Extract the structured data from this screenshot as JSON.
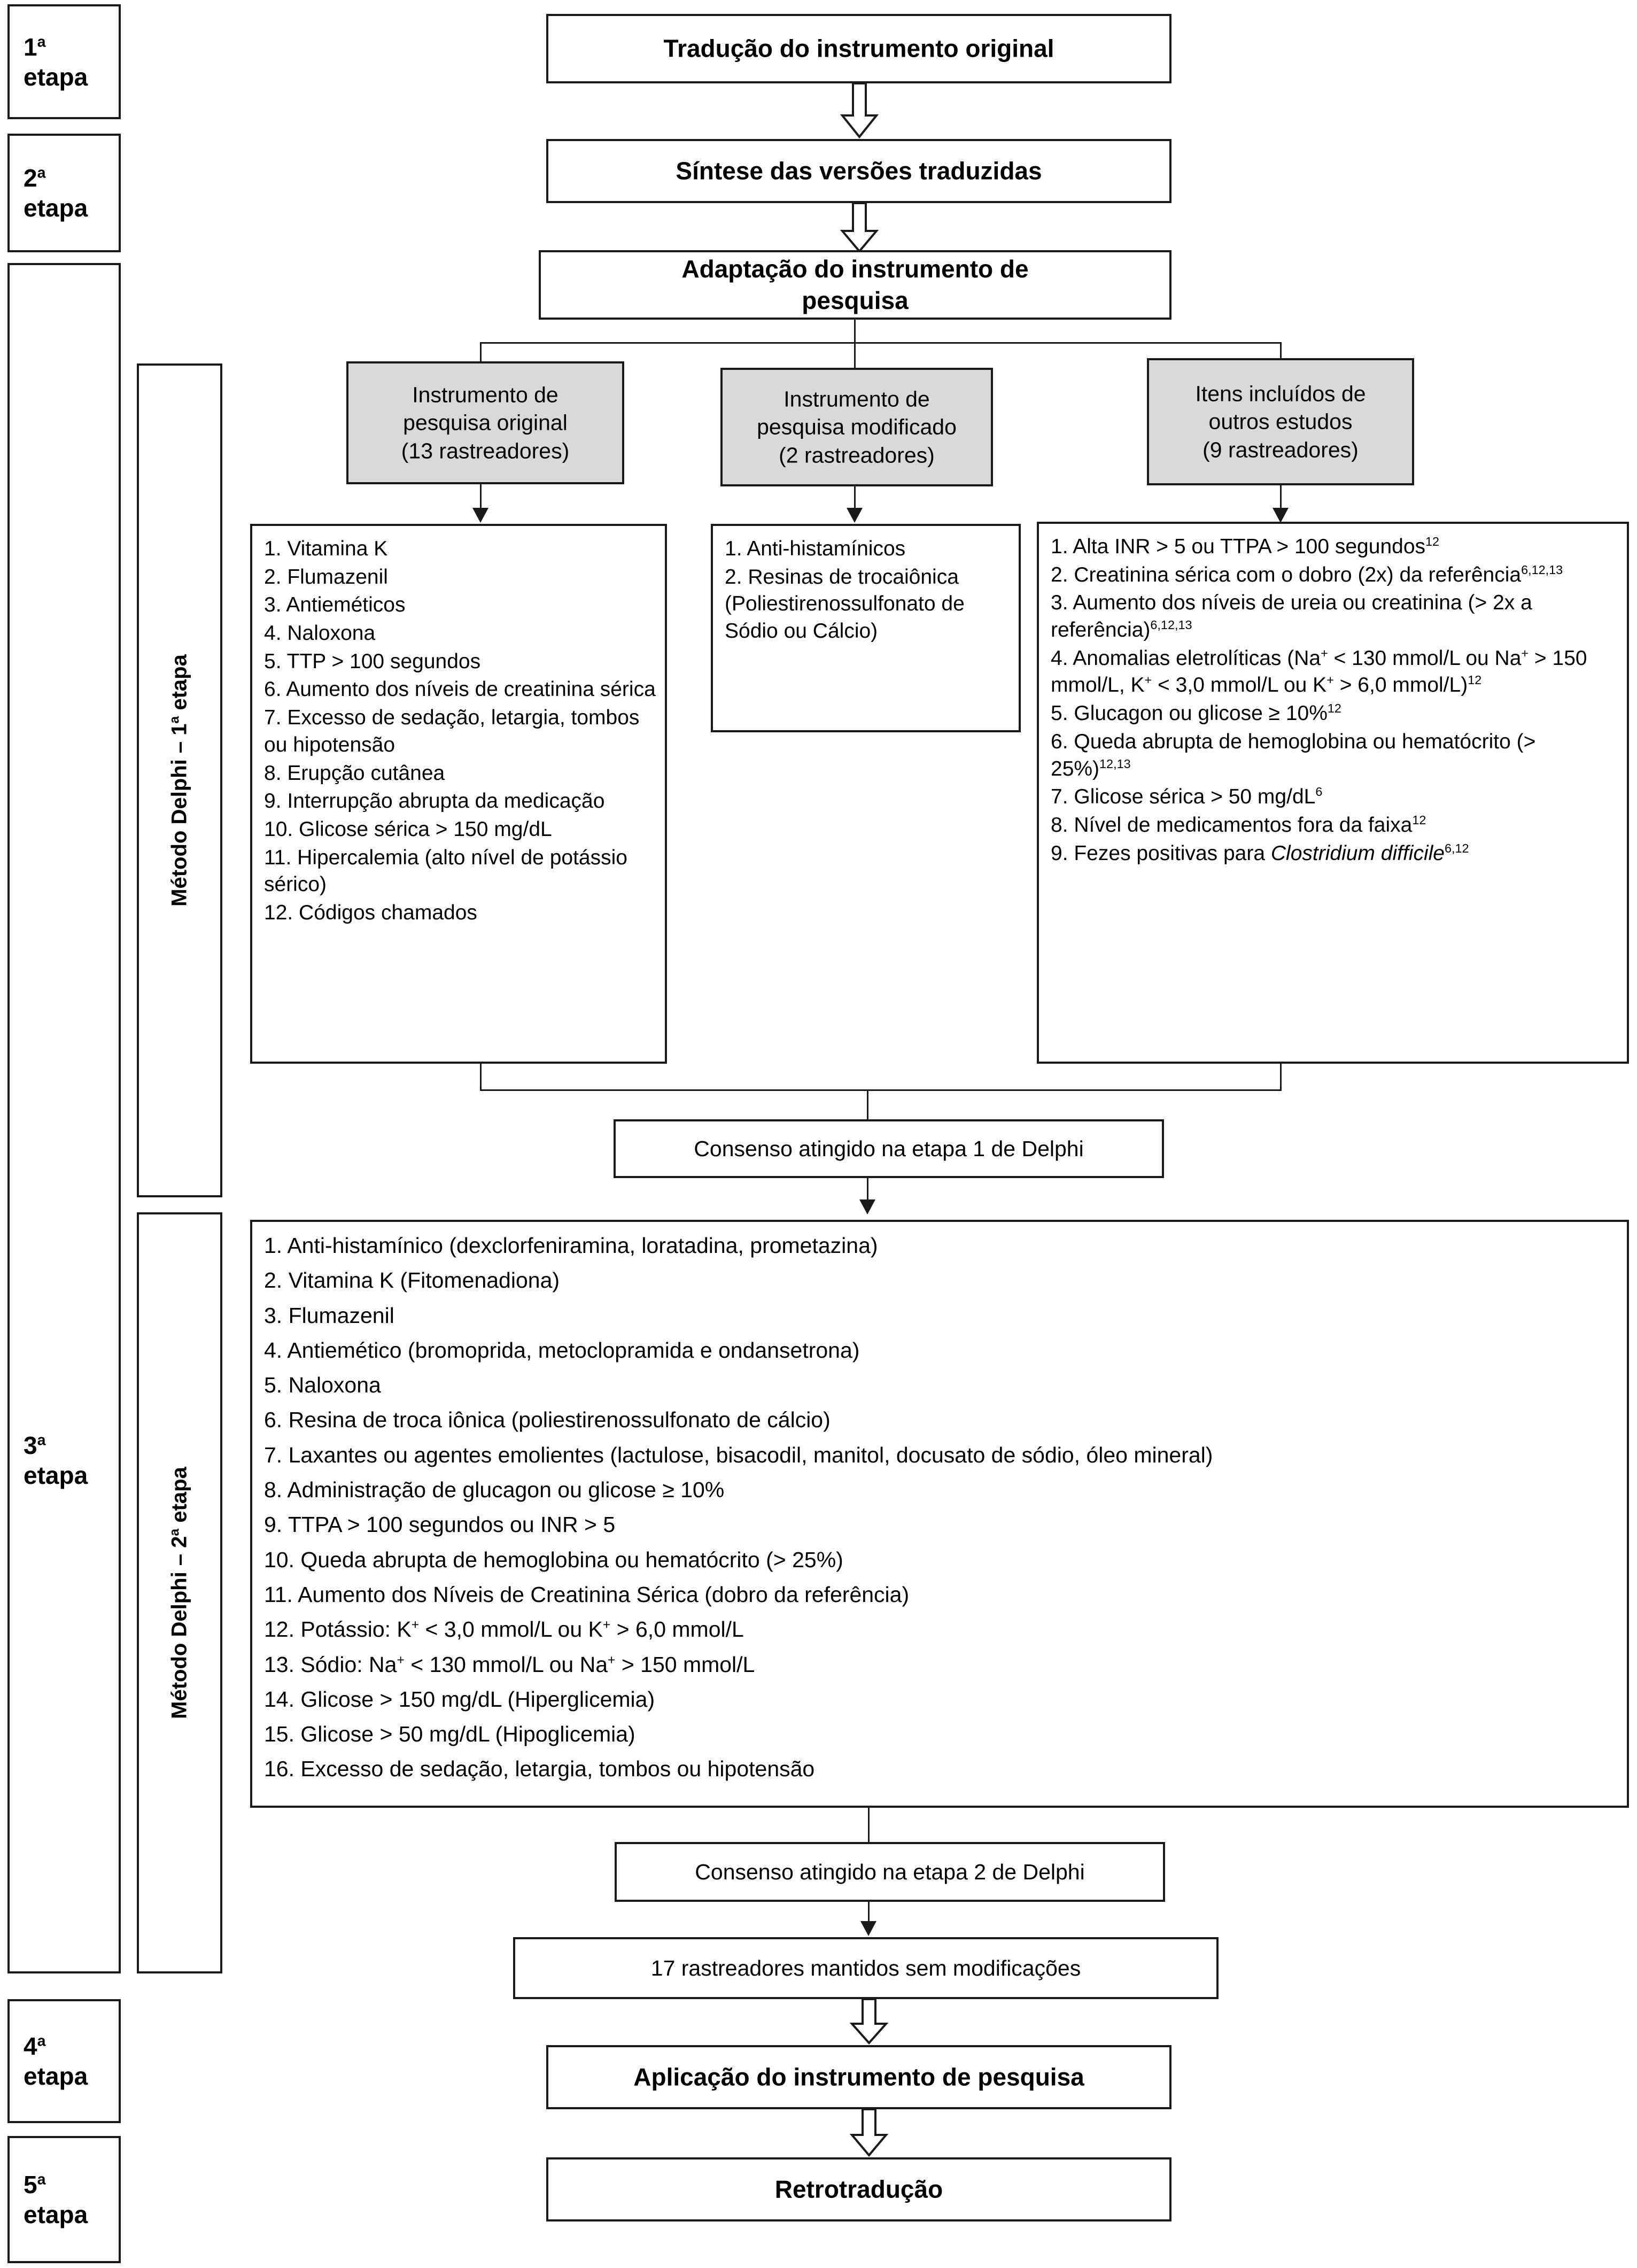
{
  "stages": [
    {
      "name": "stage-1",
      "ordinal": "1",
      "sup": "a",
      "label": "etapa"
    },
    {
      "name": "stage-2",
      "ordinal": "2",
      "sup": "a",
      "label": "etapa"
    },
    {
      "name": "stage-3",
      "ordinal": "3",
      "sup": "a",
      "label": "etapa"
    },
    {
      "name": "stage-4",
      "ordinal": "4",
      "sup": "a",
      "label": "etapa"
    },
    {
      "name": "stage-5",
      "ordinal": "5",
      "sup": "a",
      "label": "etapa"
    }
  ],
  "vertical_labels": {
    "delphi_round1_pre": "Método Delphi – 1",
    "delphi_round1_sup": "a",
    "delphi_round1_post": " etapa",
    "delphi_round2_pre": "Método Delphi – 2",
    "delphi_round2_sup": " a",
    "delphi_round2_post": " etapa"
  },
  "flow": {
    "translation": "Tradução do instrumento original",
    "synthesis": "Síntese das versões traduzidas",
    "adaptation_line1": "Adaptação do instrumento de",
    "adaptation_line2": "pesquisa",
    "consensus_round1": "Consenso atingido na etapa 1 de Delphi",
    "consensus_round2": "Consenso atingido na etapa 2 de Delphi",
    "trackers_kept": "17 rastreadores mantidos sem modificações",
    "application": "Aplicação do instrumento de pesquisa",
    "back_translation": "Retrotradução"
  },
  "sources": [
    {
      "name": "original-instrument",
      "line1": "Instrumento de",
      "line2": "pesquisa original",
      "line3": "(13 rastreadores)"
    },
    {
      "name": "modified-instrument",
      "line1": "Instrumento de",
      "line2": "pesquisa modificado",
      "line3": "(2 rastreadores)"
    },
    {
      "name": "other-studies-items",
      "line1": "Itens incluídos de",
      "line2": "outros estudos",
      "line3": "(9 rastreadores)"
    }
  ],
  "list_original": [
    "1. Vitamina K",
    "2. Flumazenil",
    "3. Antieméticos",
    "4. Naloxona",
    "5. TTP > 100 segundos",
    "6. Aumento dos níveis de creatinina sérica",
    "7. Excesso de sedação, letargia, tombos ou hipotensão",
    "8. Erupção cutânea",
    "9. Interrupção abrupta da medicação",
    "10. Glicose sérica > 150 mg/dL",
    "11. Hipercalemia (alto nível de potássio sérico)",
    "12. Códigos chamados"
  ],
  "list_modified": [
    "1. Anti-histamínicos",
    "2. Resinas de trocaiônica (Poliestirenossulfonato de Sódio ou Cálcio)"
  ],
  "list_other_studies": [
    "1. Alta INR > 5 ou TTPA > 100 segundos<sup>12</sup>",
    "2. Creatinina sérica com o dobro (2x) da referência<sup>6,12,13</sup>",
    "3. Aumento dos níveis de ureia ou creatinina (> 2x a referência)<sup>6,12,13</sup>",
    "4. Anomalias eletrolíticas (Na<sup>+</sup> &lt; 130 mmol/L ou Na<sup>+</sup> > 150 mmol/L, K<sup>+</sup> &lt; 3,0 mmol/L ou K<sup>+</sup> > 6,0 mmol/L)<sup>12</sup>",
    "5. Glucagon ou glicose ≥ 10%<sup>12</sup>",
    "6. Queda abrupta de hemoglobina ou hematócrito (> 25%)<sup>12,13</sup>",
    "7. Glicose sérica > 50 mg/dL<sup>6</sup>",
    "8. Nível de medicamentos fora da faixa<sup>12</sup>",
    "9. Fezes positivas para <i>Clostridium difficile</i><sup>6,12</sup>"
  ],
  "list_round2": [
    "1. Anti-histamínico (dexclorfeniramina, loratadina, prometazina)",
    "2. Vitamina K (Fitomenadiona)",
    "3. Flumazenil",
    "4. Antiemético (bromoprida, metoclopramida e ondansetrona)",
    "5. Naloxona",
    "6. Resina de troca iônica (poliestirenossulfonato de cálcio)",
    "7. Laxantes ou agentes emolientes (lactulose, bisacodil, manitol, docusato de sódio, óleo mineral)",
    "8. Administração de glucagon ou glicose ≥ 10%",
    "9. TTPA > 100 segundos ou INR > 5",
    "10. Queda abrupta de hemoglobina ou hematócrito (> 25%)",
    "11. Aumento dos Níveis de Creatinina Sérica (dobro da referência)",
    "12. Potássio: K<sup>+</sup> &lt; 3,0 mmol/L ou K<sup>+</sup> > 6,0 mmol/L",
    "13. Sódio: Na<sup>+</sup> &lt; 130 mmol/L ou Na<sup>+</sup> > 150 mmol/L",
    "14. Glicose > 150 mg/dL (Hiperglicemia)",
    "15. Glicose > 50 mg/dL (Hipoglicemia)",
    "16. Excesso de sedação, letargia, tombos ou hipotensão"
  ],
  "colors": {
    "line": "#1a1a1a",
    "gray_fill": "#d9d9d9",
    "background": "#ffffff"
  }
}
